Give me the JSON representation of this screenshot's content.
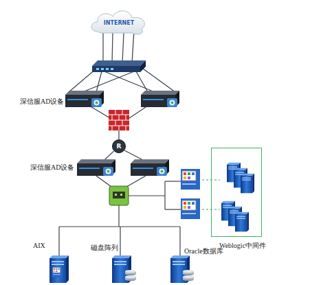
{
  "diagram": {
    "nodes": [
      {
        "text": [
          "INTERNET"
        ]
      },
      {
        "text": [
          "深信服AD设备"
        ]
      },
      {
        "text": [
          "R"
        ]
      },
      {
        "text": [
          "深信服AD设备"
        ]
      },
      {
        "text": [
          "Weblogic中间件"
        ]
      },
      {
        "text": [
          "AIX"
        ]
      },
      {
        "text": [
          "磁盘阵列"
        ]
      },
      {
        "text": [
          "Oracle数据库"
        ]
      }
    ],
    "edges": [
      {
        "from": 2,
        "to": 3,
        "arrow": "none"
      }
    ]
  }
}
